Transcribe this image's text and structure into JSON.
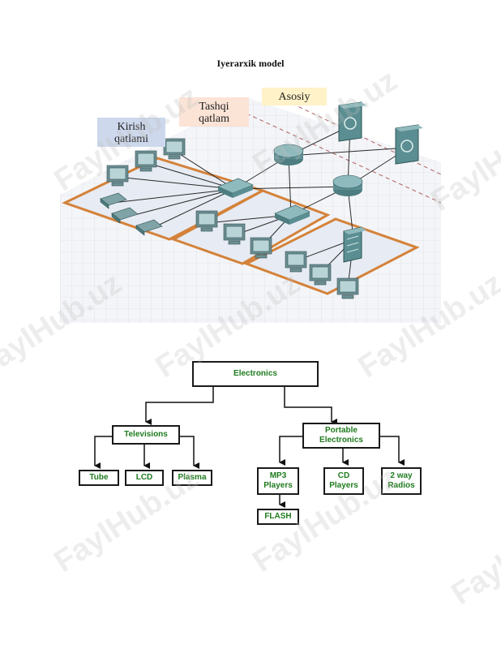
{
  "title": "Iyerarxik model",
  "network_diagram": {
    "layers": {
      "core": "Asosiy",
      "distribution": "Tashqi qatlam",
      "access": "Kirish qatlami"
    }
  },
  "hierarchy": {
    "root": "Electronics",
    "televisions": {
      "label": "Televisions",
      "children": [
        "Tube",
        "LCD",
        "Plasma"
      ]
    },
    "portable": {
      "label": "Portable Electronics",
      "children": [
        "MP3 Players",
        "CD Players",
        "2 way Radios"
      ],
      "mp3_child": "FLASH"
    }
  },
  "watermark": "FaylHub.uz",
  "colors": {
    "node_text": "#1e7b1e",
    "layer_core_bg": "#fff2c8",
    "layer_distribution_bg": "#fbe3d6",
    "layer_access_bg": "#cdd8ec",
    "floor_edge": "#d4823a"
  }
}
